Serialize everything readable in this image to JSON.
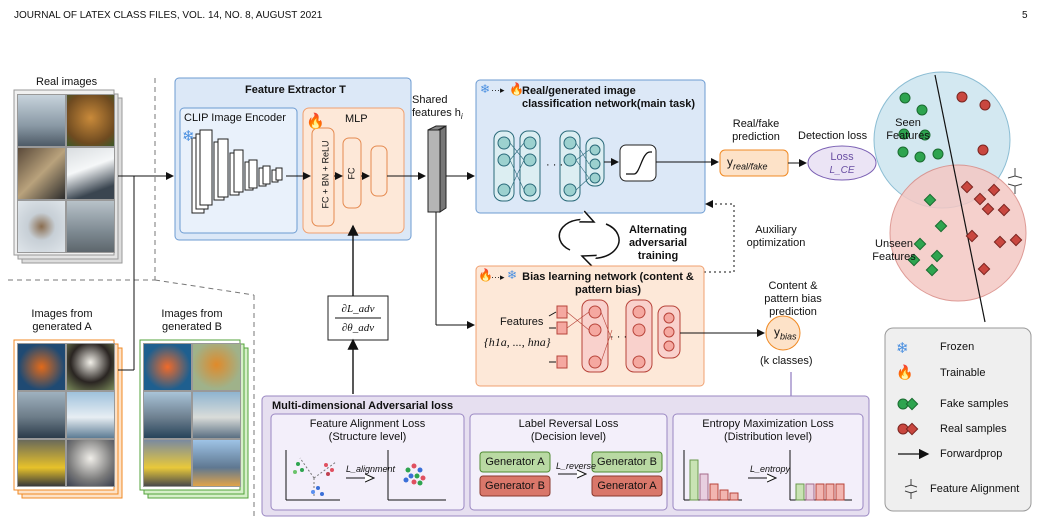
{
  "header": {
    "journal": "JOURNAL OF LATEX CLASS FILES, VOL. 14, NO. 8, AUGUST 2021",
    "page_number": "5"
  },
  "inputs": {
    "real_images": "Real images",
    "generated_a": "Images from generated A",
    "generated_b": "Images from generated B"
  },
  "extractor": {
    "title": "Feature Extractor T",
    "clip": "CLIP Image Encoder",
    "mlp": "MLP",
    "fc_bn_relu": "FC + BN + ReLU",
    "fc": "FC"
  },
  "shared": {
    "label": "Shared features h",
    "sub": "i"
  },
  "main_task": {
    "title": "Real/generated image classification network(main task)",
    "prediction": "Real/fake prediction",
    "y": "y",
    "y_sub": "real/fake",
    "detection": "Detection loss",
    "loss": "Loss",
    "loss_sub": "L_CE"
  },
  "alternating": "Alternating adversarial training",
  "auxiliary": "Auxiliary optimization",
  "bias": {
    "title": "Bias learning network (content & pattern bias)",
    "features": "Features",
    "set": "{h1a, ..., hna}",
    "prediction": "Content & pattern bias prediction",
    "y": "y",
    "y_sub": "bias",
    "k_classes": "(k classes)"
  },
  "grad": {
    "num": "∂L_adv",
    "den": "∂θ_adv"
  },
  "adv_loss": {
    "title": "Multi-dimensional Adversarial loss",
    "fa_title": "Feature Alignment Loss",
    "fa_level": "(Structure level)",
    "fa_symbol": "L_alignment",
    "lr_title": "Label Reversal Loss",
    "lr_level": "(Decision level)",
    "lr_symbol": "L_reverse",
    "gen_a": "Generator A",
    "gen_b": "Generator B",
    "em_title": "Entropy Maximization Loss",
    "em_level": "(Distribution level)",
    "em_symbol": "L_entropy"
  },
  "space": {
    "seen": "Seen Features",
    "unseen": "Unseen Features"
  },
  "legend": {
    "frozen": "Frozen",
    "trainable": "Trainable",
    "fake": "Fake samples",
    "real": "Real samples",
    "forward": "Forwardprop",
    "alignment": "Feature Alignment"
  },
  "colors": {
    "blue_panel": "#dce8f7",
    "orange_panel": "#fde8d8",
    "purple_panel": "#e6dff0",
    "green_sample": "#2ea44f",
    "red_sample": "#c9473f"
  }
}
